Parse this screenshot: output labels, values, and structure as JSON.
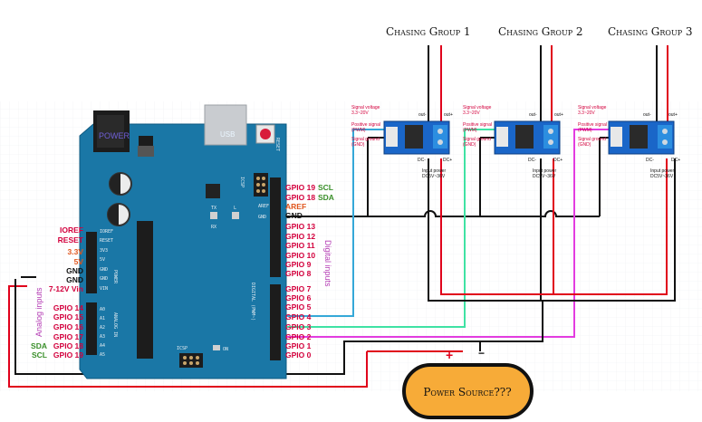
{
  "headers": {
    "g1": "Chasing Group 1",
    "g2": "Chasing Group 2",
    "g3": "Chasing Group 3"
  },
  "board": {
    "power_label": "POWER",
    "usb_label": "USB",
    "reset_label": "RESET",
    "icsp_label": "ICSP",
    "icsp2_label": "ICSP",
    "on_label": "ON",
    "aref": "AREF",
    "gnd": "GND",
    "ioref": "IOREF",
    "reset": "RESET",
    "v33": "3V3",
    "v5": "5V",
    "vin": "VIN",
    "analog_in": "ANALOG IN",
    "power": "POWER",
    "digital": "DIGITAL (PWM~)",
    "tx": "TX",
    "rx": "RX",
    "l": "L",
    "a0": "A0",
    "a1": "A1",
    "a2": "A2",
    "a3": "A3",
    "a4": "A4",
    "a5": "A5"
  },
  "left_pins": {
    "ioref": "IOREF",
    "reset": "RESET",
    "v33": "3.3V",
    "v5": "5V",
    "gnd1": "GND",
    "gnd2": "GND",
    "vin": "7-12V Vin",
    "gpio14": "GPIO 14",
    "gpio15": "GPIO 15",
    "gpio16": "GPIO 16",
    "gpio17": "GPIO 17",
    "gpio18": "GPIO 18",
    "gpio19": "GPIO 19",
    "sda": "SDA",
    "scl": "SCL",
    "analog_inputs": "Analog inputs"
  },
  "right_pins": {
    "gpio19": "GPIO 19",
    "gpio18": "GPIO 18",
    "aref": "AREF",
    "gnd": "GND",
    "scl": "SCL",
    "sda": "SDA",
    "gpio13": "GPIO 13",
    "gpio12": "GPIO 12",
    "gpio11": "GPIO 11",
    "gpio10": "GPIO 10",
    "gpio9": "GPIO 9",
    "gpio8": "GPIO 8",
    "gpio7": "GPIO 7",
    "gpio6": "GPIO 6",
    "gpio5": "GPIO 5",
    "gpio4": "GPIO 4",
    "gpio3": "GPIO 3",
    "gpio2": "GPIO 2",
    "gpio1": "GPIO 1",
    "gpio0": "GPIO 0",
    "digital_inputs": "Digital inputs"
  },
  "module": {
    "signal_voltage": "Signal voltage",
    "sv_range": "3.3~20V",
    "positive_signal": "Positive signal",
    "pwm": "(PWM)",
    "signal_ground": "Signal ground",
    "gnd": "(GND)",
    "out_minus": "out-",
    "out_plus": "out+",
    "dc_minus": "DC-",
    "dc_plus": "DC+",
    "input_power": "Input power",
    "input_range": "DC5V~36V"
  },
  "power_source": {
    "label": "Power Source???",
    "plus": "+",
    "minus": "−"
  },
  "colors": {
    "board": "#1a77a6",
    "red_wire": "#e0001b",
    "blue_wire": "#35a8d8",
    "green_wire": "#3fe2a4",
    "magenta_wire": "#e33ce0",
    "module": "#1a66c8",
    "source_fill": "#f7ab38"
  }
}
